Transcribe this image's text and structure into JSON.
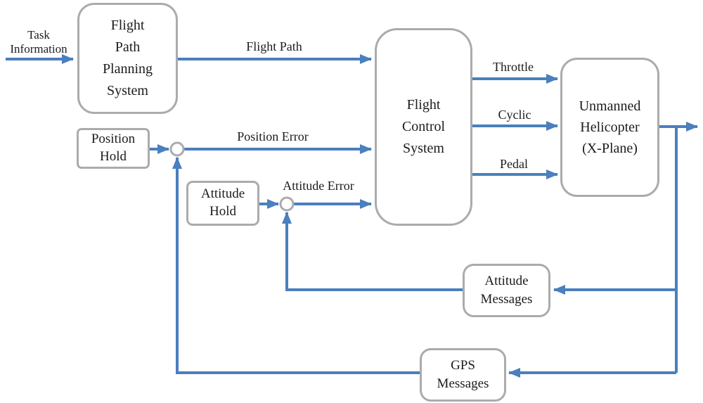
{
  "diagram": {
    "title": "Unmanned helicopter flight control system block diagram",
    "colors": {
      "arrow_blue": "#4b7fbe",
      "box_border_gray": "#ababab",
      "text": "#1c1c1c",
      "background": "#ffffff"
    },
    "nodes": {
      "flight_path_planning_system": {
        "label": "Flight\nPath\nPlanning\nSystem"
      },
      "position_hold": {
        "label": "Position\nHold"
      },
      "attitude_hold": {
        "label": "Attitude\nHold"
      },
      "flight_control_system": {
        "label": "Flight\nControl\nSystem"
      },
      "unmanned_helicopter": {
        "label": "Unmanned\nHelicopter\n(X-Plane)"
      },
      "attitude_messages": {
        "label": "Attitude\nMessages"
      },
      "gps_messages": {
        "label": "GPS\nMessages"
      }
    },
    "junctions": {
      "position_sum": {
        "symbol": "circle"
      },
      "attitude_sum": {
        "symbol": "circle"
      }
    },
    "edge_labels": {
      "task_information": "Task\nInformation",
      "flight_path": "Flight Path",
      "position_error": "Position Error",
      "attitude_error": "Attitude Error",
      "throttle": "Throttle",
      "cyclic": "Cyclic",
      "pedal": "Pedal"
    }
  }
}
